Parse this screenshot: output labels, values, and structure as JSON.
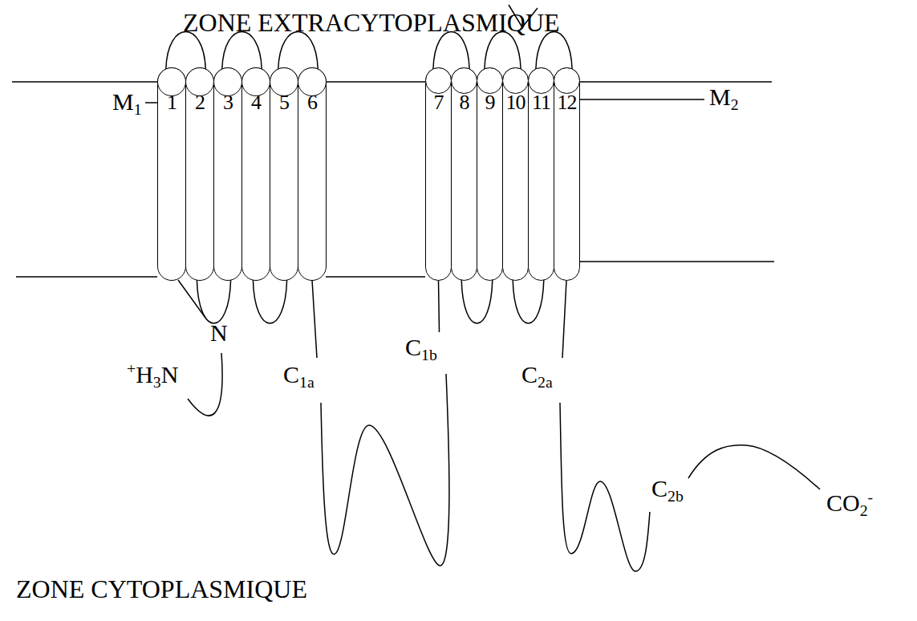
{
  "diagram": {
    "nodes": [
      {
        "text": [
          "1"
        ]
      },
      {
        "text": [
          "2"
        ]
      },
      {
        "text": [
          "3"
        ]
      },
      {
        "text": [
          "4"
        ]
      },
      {
        "text": [
          "5"
        ]
      },
      {
        "text": [
          "6"
        ]
      },
      {
        "text": [
          "7"
        ]
      },
      {
        "text": [
          "8"
        ]
      },
      {
        "text": [
          "9"
        ]
      },
      {
        "text": [
          "10"
        ]
      },
      {
        "text": [
          "11"
        ]
      },
      {
        "text": [
          "12"
        ]
      }
    ],
    "edges": [
      {
        "from": 0,
        "to": 1,
        "arrow": "none"
      },
      {
        "from": 1,
        "to": 2,
        "arrow": "none"
      },
      {
        "from": 2,
        "to": 3,
        "arrow": "none"
      },
      {
        "from": 3,
        "to": 4,
        "arrow": "none"
      },
      {
        "from": 4,
        "to": 5,
        "arrow": "none"
      },
      {
        "from": 5,
        "to": 6,
        "arrow": "none"
      },
      {
        "from": 6,
        "to": 7,
        "arrow": "none"
      },
      {
        "from": 7,
        "to": 8,
        "arrow": "none"
      },
      {
        "from": 8,
        "to": 9,
        "arrow": "none"
      },
      {
        "from": 9,
        "to": 10,
        "arrow": "none"
      },
      {
        "from": 10,
        "to": 11,
        "arrow": "none"
      }
    ],
    "labels": [
      "ZONE EXTRACYTOPLASMIQUE",
      "M",
      "1",
      "M",
      "2",
      "N",
      "+",
      "H",
      "3",
      "N",
      "C",
      "1a",
      "C",
      "1b",
      "C",
      "2a",
      "C",
      "2b",
      "CO",
      "2",
      "-",
      "ZONE CYTOPLASMIQUE"
    ]
  }
}
